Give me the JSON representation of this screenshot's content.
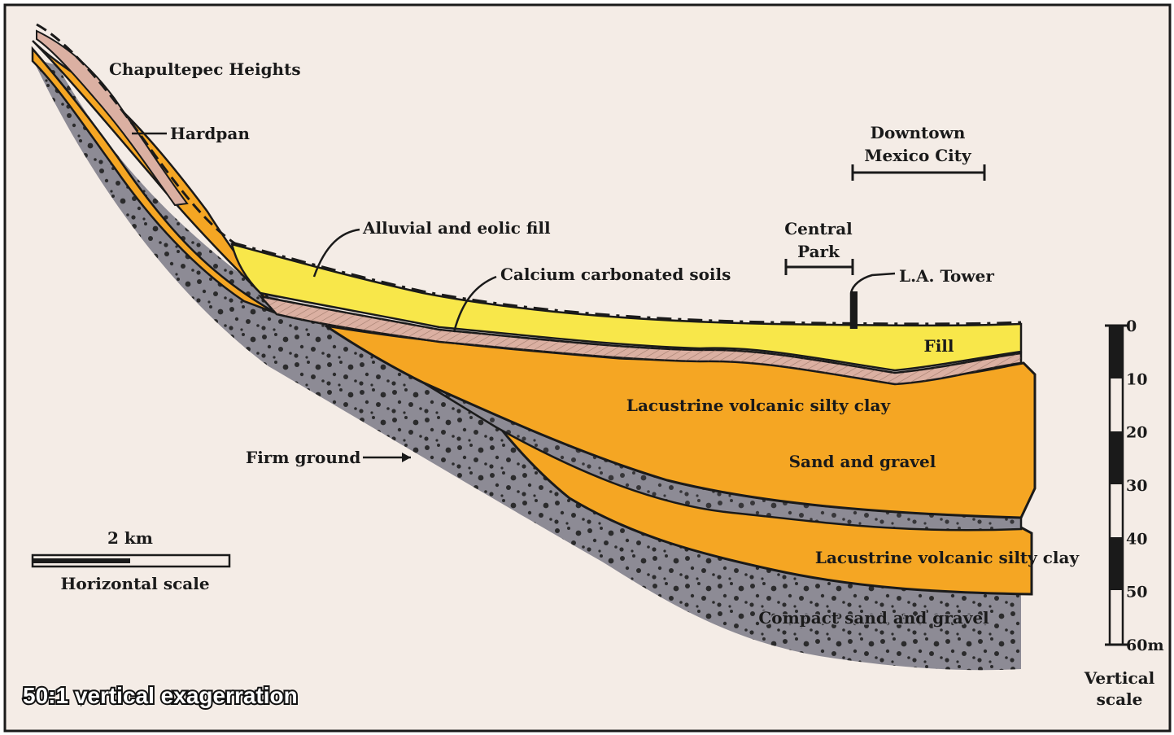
{
  "colors": {
    "paper": "#f4ece6",
    "frame": "#1a1a1a",
    "rock": "#8d8b95",
    "orange": "#f5a623",
    "yellow": "#f8e74a",
    "pink": "#dbb0a2",
    "ink": "#1a1a1a"
  },
  "labels": {
    "chapultepec": "Chapultepec Heights",
    "hardpan": "Hardpan",
    "alluvial": "Alluvial and eolic fill",
    "calcium": "Calcium carbonated soils",
    "downtown_1": "Downtown",
    "downtown_2": "Mexico City",
    "central_1": "Central",
    "central_2": "Park",
    "la_tower": "L.A. Tower",
    "fill": "Fill",
    "lacustrine_upper": "Lacustrine volcanic silty clay",
    "sand_gravel": "Sand and gravel",
    "firm_ground": "Firm ground",
    "lacustrine_lower": "Lacustrine volcanic silty clay",
    "compact": "Compact sand and gravel"
  },
  "horizontal_scale": {
    "distance": "2 km",
    "title": "Horizontal scale"
  },
  "vertical_scale": {
    "ticks": [
      "0",
      "10",
      "20",
      "30",
      "40",
      "50",
      "60m"
    ],
    "title_1": "Vertical",
    "title_2": "scale"
  },
  "caption": "50:1 vertical exagerration"
}
